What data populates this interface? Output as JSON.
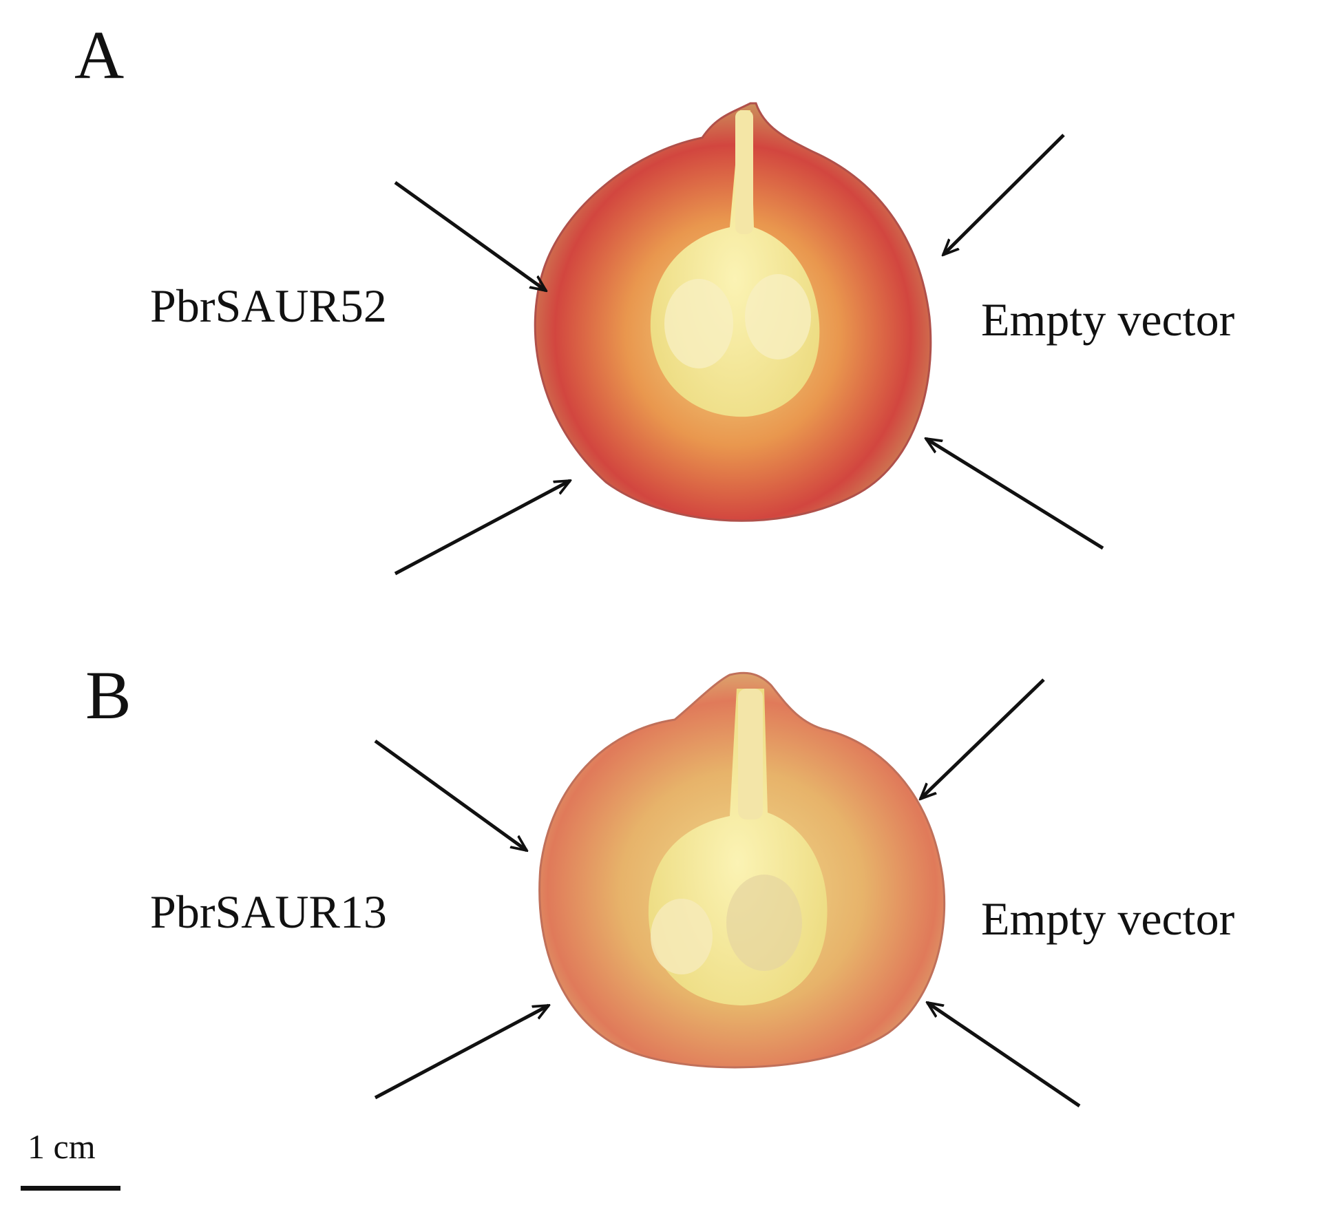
{
  "panels": [
    {
      "letter": "A",
      "left_label": "PbrSAUR52",
      "right_label": "Empty vector"
    },
    {
      "letter": "B",
      "left_label": "PbrSAUR13",
      "right_label": "Empty vector"
    }
  ],
  "scale_bar": {
    "label": "1 cm"
  },
  "colors": {
    "fruit_red": "#c8303a",
    "fruit_orange": "#e89a4a",
    "fruit_yellow_green": "#d8c76a",
    "core_yellow": "#f6ec9a",
    "arrow": "#111111"
  }
}
